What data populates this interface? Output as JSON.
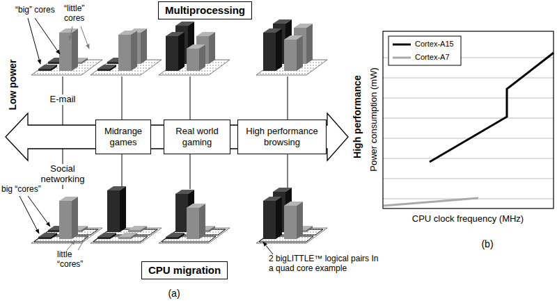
{
  "diagram": {
    "nodes": [
      {
        "text": [
          "Multiprocessing"
        ]
      },
      {
        "text": [
          "Midrange games"
        ]
      },
      {
        "text": [
          "Real world gaming"
        ]
      },
      {
        "text": [
          "High performance browsing"
        ]
      },
      {
        "text": [
          "CPU migration"
        ]
      }
    ],
    "labels": [
      "“big” cores",
      "“little” cores",
      "E-mail",
      "Social networking",
      "Low power",
      "High performance",
      "big “cores”",
      "little “cores”",
      "2 bigLITTLE™ logical pairs In a quad core example",
      "(a)",
      "Power consumption (mW)",
      "CPU clock frequency (MHz)",
      "(b)"
    ],
    "legend": [
      {
        "text": "Cortex-A15"
      },
      {
        "text": "Cortex-A7"
      }
    ]
  }
}
